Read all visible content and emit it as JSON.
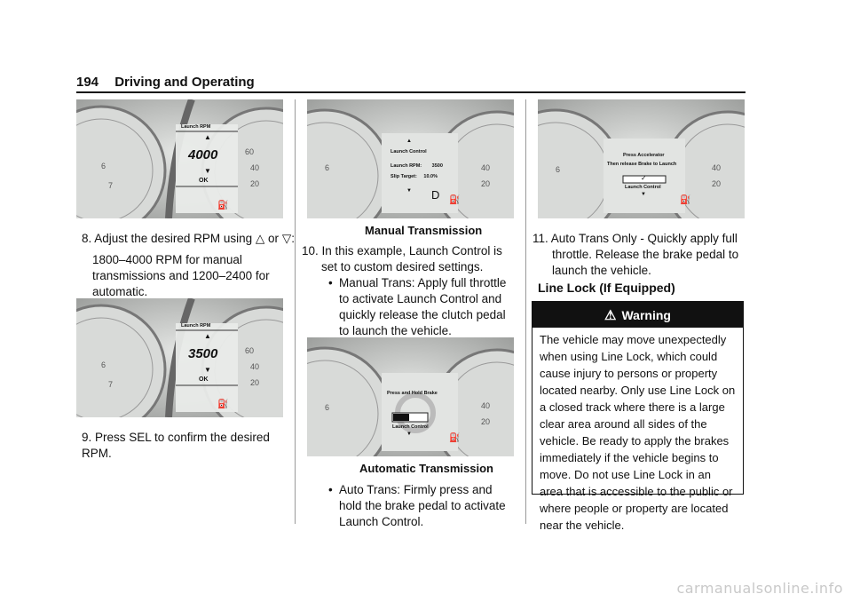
{
  "header": {
    "page_number": "194",
    "title": "Driving and Operating"
  },
  "figures": {
    "fig1": {
      "menu_label": "Launch RPM",
      "value": "4000",
      "ok": "OK"
    },
    "fig2": {
      "menu_label": "Launch RPM",
      "value": "3500",
      "ok": "OK"
    },
    "fig3": {
      "title": "Launch Control",
      "rpm_label": "Launch RPM:",
      "rpm_value": "3500",
      "slip_label": "Slip Target:",
      "slip_value": "10.0%",
      "gear": "D"
    },
    "fig4": {
      "line1": "Press and Hold Brake",
      "bottom": "Launch Control"
    },
    "fig5": {
      "line1": "Press Accelerator",
      "line2": "Then release Brake to Launch",
      "check": "✓",
      "bottom": "Launch Control"
    }
  },
  "col1": {
    "step8_pre": "8.  Adjust the desired RPM using",
    "step8_or": "or",
    "step8_post": ":",
    "step8_detail": "1800–4000 RPM for manual transmissions and 1200–2400 for automatic.",
    "step9": "9.  Press SEL to confirm the desired RPM."
  },
  "col2": {
    "caption_manual": "Manual Transmission",
    "step10": "10.  In this example, Launch Control is set to custom desired settings.",
    "bullet_manual": "Manual Trans: Apply full throttle to activate Launch Control and quickly release the clutch pedal to launch the vehicle.",
    "caption_auto": "Automatic Transmission",
    "bullet_auto": "Auto Trans: Firmly press and hold the brake pedal to activate Launch Control."
  },
  "col3": {
    "step11": "11.  Auto Trans Only - Quickly apply full throttle. Release the brake pedal to launch the vehicle.",
    "section_title": "Line Lock (If Equipped)",
    "warning_title": "Warning",
    "warning_text": "The vehicle may move unexpectedly when using Line Lock, which could cause injury to persons or property located nearby. Only use Line Lock on a closed track where there is a large clear area around all sides of the vehicle. Be ready to apply the brakes immediately if the vehicle begins to move. Do not use Line Lock in an area that is accessible to the public or where people or property are located near the vehicle."
  },
  "watermark": "carmanualsonline.info",
  "colors": {
    "panel_bg": "#c7c9c7",
    "panel_dark": "#5a5c5b",
    "text": "#111111"
  }
}
